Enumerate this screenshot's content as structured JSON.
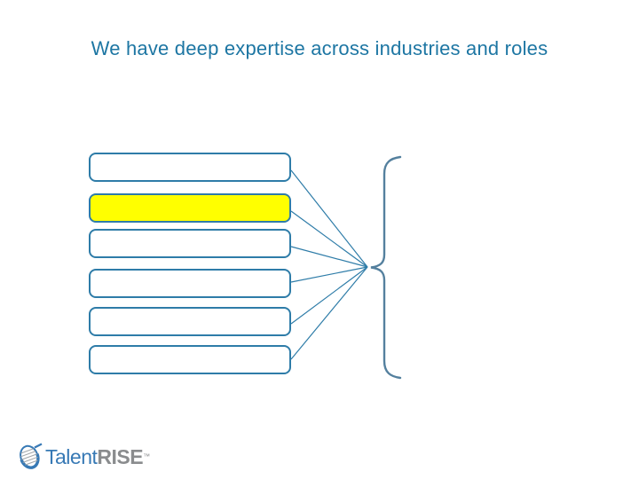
{
  "slide": {
    "title": "We have deep expertise across industries and roles"
  },
  "colors": {
    "title": "#1D76A3",
    "line": "#2E7CA8",
    "box_border": "#2E7CA8",
    "brace": "#54809E",
    "highlight": "#FFFF00",
    "logo_blue": "#3779B5",
    "logo_gray": "#8A8C8E"
  },
  "diagram": {
    "boxes": [
      {
        "name": "industry-box-1",
        "fill": "#FFFFFF",
        "highlighted": false
      },
      {
        "name": "industry-box-2",
        "fill": "#FFFF00",
        "highlighted": true
      },
      {
        "name": "industry-box-3",
        "fill": "#FFFFFF",
        "highlighted": false
      },
      {
        "name": "industry-box-4",
        "fill": "#FFFFFF",
        "highlighted": false
      },
      {
        "name": "industry-box-5",
        "fill": "#FFFFFF",
        "highlighted": false
      },
      {
        "name": "industry-box-6",
        "fill": "#FFFFFF",
        "highlighted": false
      }
    ]
  },
  "logo": {
    "talent": "Talent",
    "rise": "RISE",
    "trademark": "™"
  }
}
